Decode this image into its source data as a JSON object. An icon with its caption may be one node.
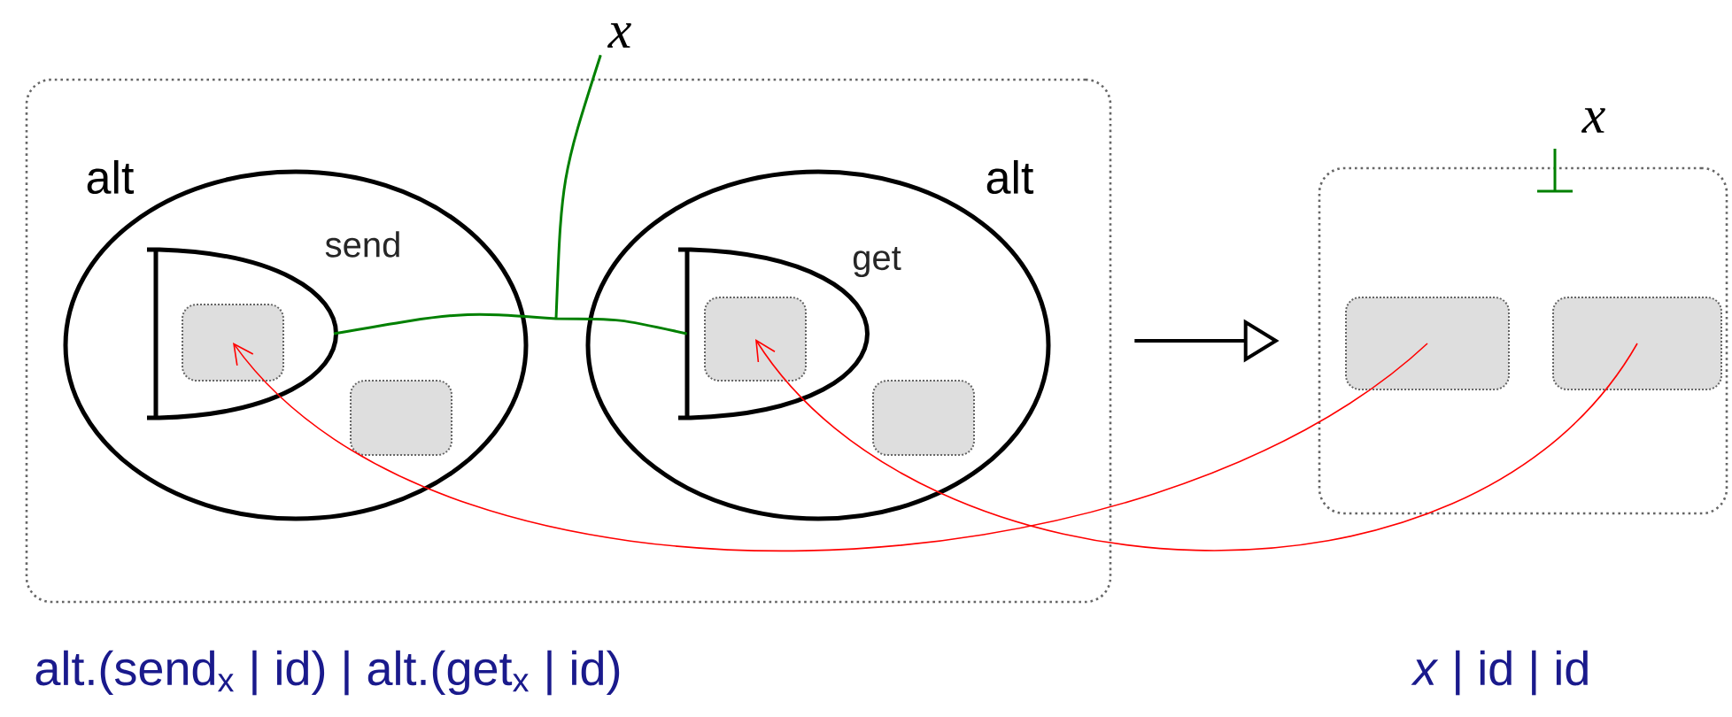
{
  "diagram": {
    "nodes": [
      {
        "text": [],
        "shape": "box"
      },
      {
        "text": [
          "alt"
        ],
        "in": 0
      },
      {
        "text": [
          "send"
        ],
        "in": 1
      },
      {
        "text": [],
        "shape": "box",
        "in": 2
      },
      {
        "text": [],
        "shape": "box",
        "in": 1
      },
      {
        "text": [
          "alt"
        ],
        "in": 0
      },
      {
        "text": [
          "get"
        ],
        "in": 5
      },
      {
        "text": [],
        "shape": "box",
        "in": 6
      },
      {
        "text": [],
        "shape": "box",
        "in": 5
      },
      {
        "text": [
          "x"
        ]
      },
      {
        "text": [],
        "shape": "box"
      },
      {
        "text": [],
        "shape": "box",
        "in": 10
      },
      {
        "text": [],
        "shape": "box",
        "in": 10
      }
    ],
    "edges": [
      {
        "from": 9,
        "to": 2,
        "arrow": "none",
        "color": "#008000"
      },
      {
        "from": 9,
        "to": 6,
        "arrow": "none",
        "color": "#008000"
      },
      {
        "from": 0,
        "to": 10,
        "arrow": "to",
        "color": "#000000"
      },
      {
        "from": 11,
        "to": 3,
        "arrow": "to",
        "color": "#ff0000"
      },
      {
        "from": 12,
        "to": 7,
        "arrow": "to",
        "color": "#ff0000"
      }
    ],
    "labels": [
      "x",
      "alt.(send$_{x}$ | id) | alt.(get$_{x}$ | id)",
      "*x* | id | id"
    ]
  }
}
